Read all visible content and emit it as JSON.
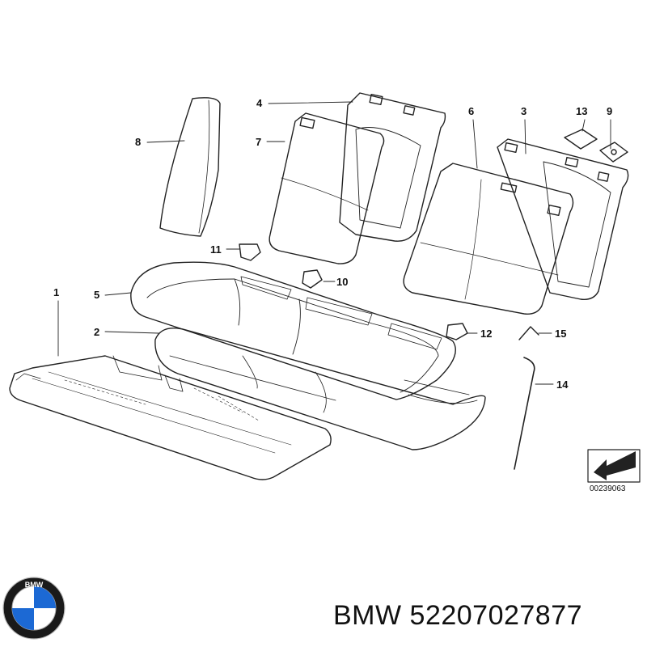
{
  "diagram": {
    "callouts": [
      {
        "id": "1",
        "label": "1"
      },
      {
        "id": "2",
        "label": "2"
      },
      {
        "id": "3",
        "label": "3"
      },
      {
        "id": "4",
        "label": "4"
      },
      {
        "id": "5",
        "label": "5"
      },
      {
        "id": "6",
        "label": "6"
      },
      {
        "id": "7",
        "label": "7"
      },
      {
        "id": "8",
        "label": "8"
      },
      {
        "id": "9",
        "label": "9"
      },
      {
        "id": "10",
        "label": "10"
      },
      {
        "id": "11",
        "label": "11"
      },
      {
        "id": "12",
        "label": "12"
      },
      {
        "id": "13",
        "label": "13"
      },
      {
        "id": "14",
        "label": "14"
      },
      {
        "id": "15",
        "label": "15"
      }
    ],
    "reference_code": "00239063"
  },
  "brand": {
    "logo_name": "bmw-roundel-logo",
    "logo_text": "BMW",
    "colors": {
      "ring": "#1a1a1a",
      "blue": "#1c69d4",
      "white": "#ffffff"
    }
  },
  "caption": {
    "text": "BMW 52207027877"
  }
}
